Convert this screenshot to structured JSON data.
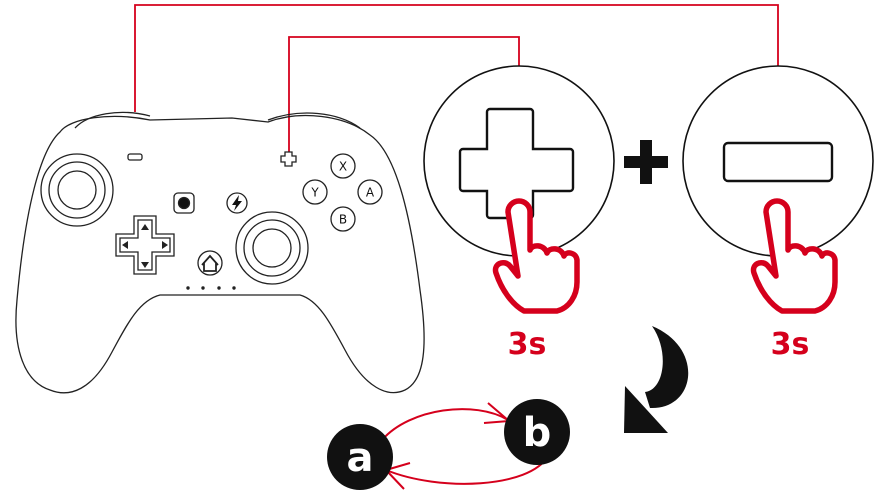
{
  "colors": {
    "accent": "#d5001c",
    "ink": "#111111",
    "outline": "#222222"
  },
  "controller": {
    "face_buttons": {
      "x": "X",
      "y": "Y",
      "a": "A",
      "b": "B"
    },
    "icons": [
      "minus-button-icon",
      "plus-button-icon",
      "left-stick-icon",
      "right-stick-icon",
      "dpad-icon",
      "capture-button-icon",
      "turbo-button-icon",
      "home-button-icon",
      "led-indicator-icon"
    ]
  },
  "instruction": {
    "plus_hold": "3s",
    "minus_hold": "3s",
    "icons": [
      "plus-symbol-icon",
      "minus-symbol-icon",
      "combine-plus-icon",
      "pointing-hand-icon",
      "curved-arrow-icon"
    ]
  },
  "toggle": {
    "mode_a": "a",
    "mode_b": "b"
  }
}
